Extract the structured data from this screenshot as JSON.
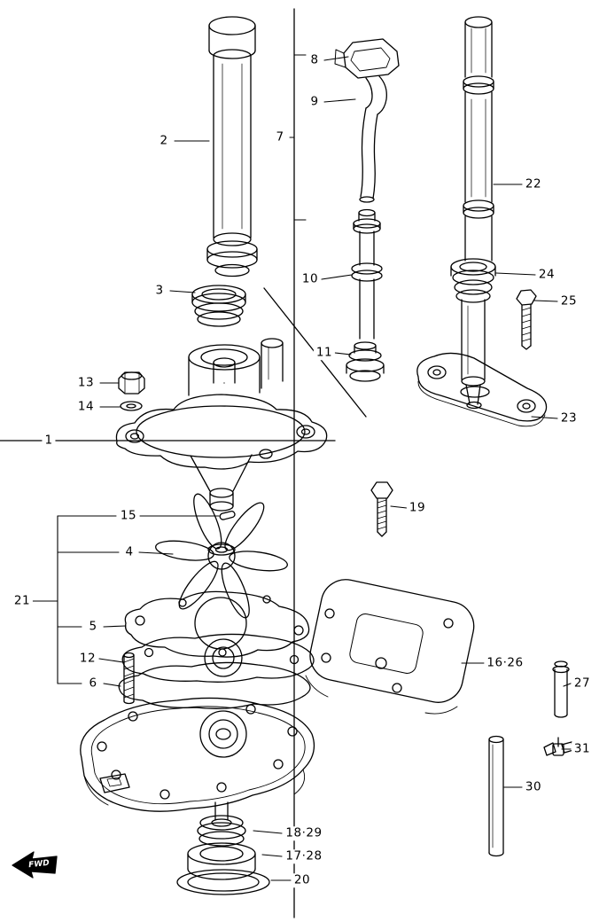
{
  "page": {
    "background": "#ffffff",
    "line_color": "#000000"
  },
  "diagram": {
    "kind": "exploded-parts-diagram"
  },
  "labels": {
    "p1": "1",
    "p2": "2",
    "p3": "3",
    "p4": "4",
    "p5": "5",
    "p6": "6",
    "p7": "7",
    "p8": "8",
    "p9": "9",
    "p10": "10",
    "p11": "11",
    "p12": "12",
    "p13": "13",
    "p14": "14",
    "p15": "15",
    "p19": "19",
    "p20": "20",
    "p21": "21",
    "p22": "22",
    "p23": "23",
    "p24": "24",
    "p25": "25",
    "p27": "27",
    "p30": "30",
    "p31": "31",
    "p16_26": "16·26",
    "p17_28": "17·28",
    "p18_29": "18·29",
    "fwd": "FWD"
  }
}
